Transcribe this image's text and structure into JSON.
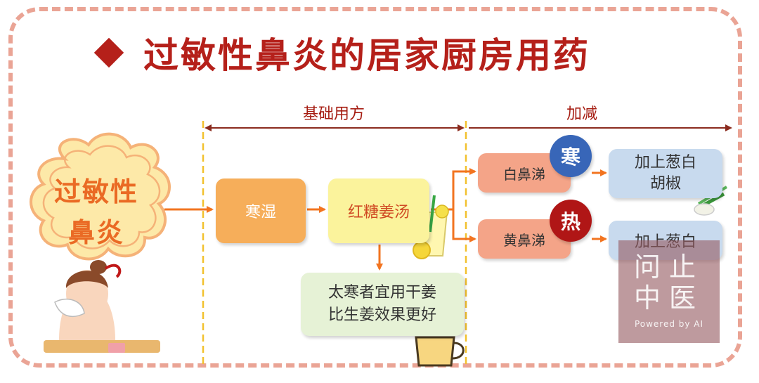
{
  "title": "过敏性鼻炎的居家厨房用药",
  "sections": {
    "base": "基础用方",
    "adjust": "加减"
  },
  "condition": {
    "line1": "过敏性",
    "line2": "鼻炎"
  },
  "flow": {
    "type": "寒湿",
    "remedy": "红糖姜汤",
    "note_line1": "太寒者宜用干姜",
    "note_line2": "比生姜效果更好",
    "white": "白鼻涕",
    "yellow": "黄鼻涕",
    "cold": "寒",
    "hot": "热",
    "add1_line1": "加上葱白",
    "add1_line2": "胡椒",
    "add2": "加上葱白"
  },
  "watermark": {
    "line1": "问止",
    "line2": "中医",
    "line3": "Powered by AI"
  },
  "colors": {
    "title": "#b5201a",
    "frame": "#eaa495",
    "dashed_line": "#f2c12e",
    "arrow_orange": "#f27420",
    "arrow_dark": "#8b2b1e"
  }
}
